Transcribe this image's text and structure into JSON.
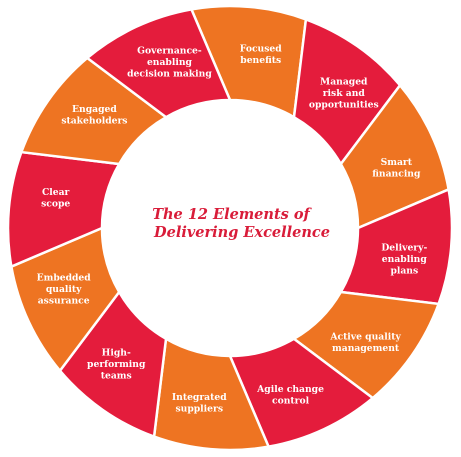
{
  "title": {
    "line1": "The 12 Elements of",
    "line2": "Delivering Excellence",
    "color": "#d91c39"
  },
  "colors": {
    "red": "#e41c3c",
    "orange": "#ee7422",
    "gap": "#ffffff"
  },
  "segments": [
    {
      "lines": [
        "Focused",
        "benefits"
      ],
      "color": "orange"
    },
    {
      "lines": [
        "Managed",
        "risk and",
        "opportunities"
      ],
      "color": "red"
    },
    {
      "lines": [
        "Smart",
        "financing"
      ],
      "color": "orange"
    },
    {
      "lines": [
        "Delivery-",
        "enabling",
        "plans"
      ],
      "color": "red"
    },
    {
      "lines": [
        "Active quality",
        "management"
      ],
      "color": "orange"
    },
    {
      "lines": [
        "Agile change",
        "control"
      ],
      "color": "red"
    },
    {
      "lines": [
        "Integrated",
        "suppliers"
      ],
      "color": "orange"
    },
    {
      "lines": [
        "High-",
        "performing",
        "teams"
      ],
      "color": "red"
    },
    {
      "lines": [
        "Embedded",
        "quality",
        "assurance"
      ],
      "color": "orange"
    },
    {
      "lines": [
        "Clear",
        "scope"
      ],
      "color": "red"
    },
    {
      "lines": [
        "Engaged",
        "stakeholders"
      ],
      "color": "orange"
    },
    {
      "lines": [
        "Governance-",
        "enabling",
        "decision making"
      ],
      "color": "red"
    }
  ]
}
